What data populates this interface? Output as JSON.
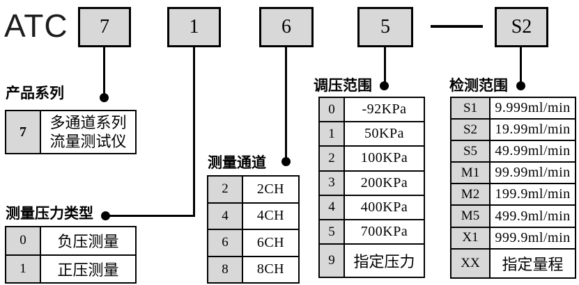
{
  "prefix": "ATC",
  "code_boxes": [
    {
      "label": "7"
    },
    {
      "label": "1"
    },
    {
      "label": "6"
    },
    {
      "label": "5"
    },
    {
      "label": "S2"
    }
  ],
  "separator": "-",
  "colors": {
    "box_fill": "#d8d8d8",
    "line": "#000000",
    "background": "#ffffff"
  },
  "tables": [
    {
      "title": "产品系列",
      "rows": [
        {
          "key": "7",
          "value": "多通道系列\n流量测试仪"
        }
      ]
    },
    {
      "title": "测量压力类型",
      "rows": [
        {
          "key": "0",
          "value": "负压测量"
        },
        {
          "key": "1",
          "value": "正压测量"
        }
      ]
    },
    {
      "title": "测量通道",
      "rows": [
        {
          "key": "2",
          "value": "2CH"
        },
        {
          "key": "4",
          "value": "4CH"
        },
        {
          "key": "6",
          "value": "6CH"
        },
        {
          "key": "8",
          "value": "8CH"
        }
      ]
    },
    {
      "title": "调压范围",
      "rows": [
        {
          "key": "0",
          "value": "-92KPa"
        },
        {
          "key": "1",
          "value": "50KPa"
        },
        {
          "key": "2",
          "value": "100KPa"
        },
        {
          "key": "3",
          "value": "200KPa"
        },
        {
          "key": "4",
          "value": "400KPa"
        },
        {
          "key": "5",
          "value": "700KPa"
        },
        {
          "key": "9",
          "value": "指定压力"
        }
      ]
    },
    {
      "title": "检测范围",
      "rows": [
        {
          "key": "S1",
          "value": "9.999ml/min"
        },
        {
          "key": "S2",
          "value": "19.99ml/min"
        },
        {
          "key": "S5",
          "value": "49.99ml/min"
        },
        {
          "key": "M1",
          "value": "99.99ml/min"
        },
        {
          "key": "M2",
          "value": "199.9ml/min"
        },
        {
          "key": "M5",
          "value": "499.9ml/min"
        },
        {
          "key": "X1",
          "value": "999.9ml/min"
        },
        {
          "key": "XX",
          "value": "指定量程"
        }
      ]
    }
  ]
}
